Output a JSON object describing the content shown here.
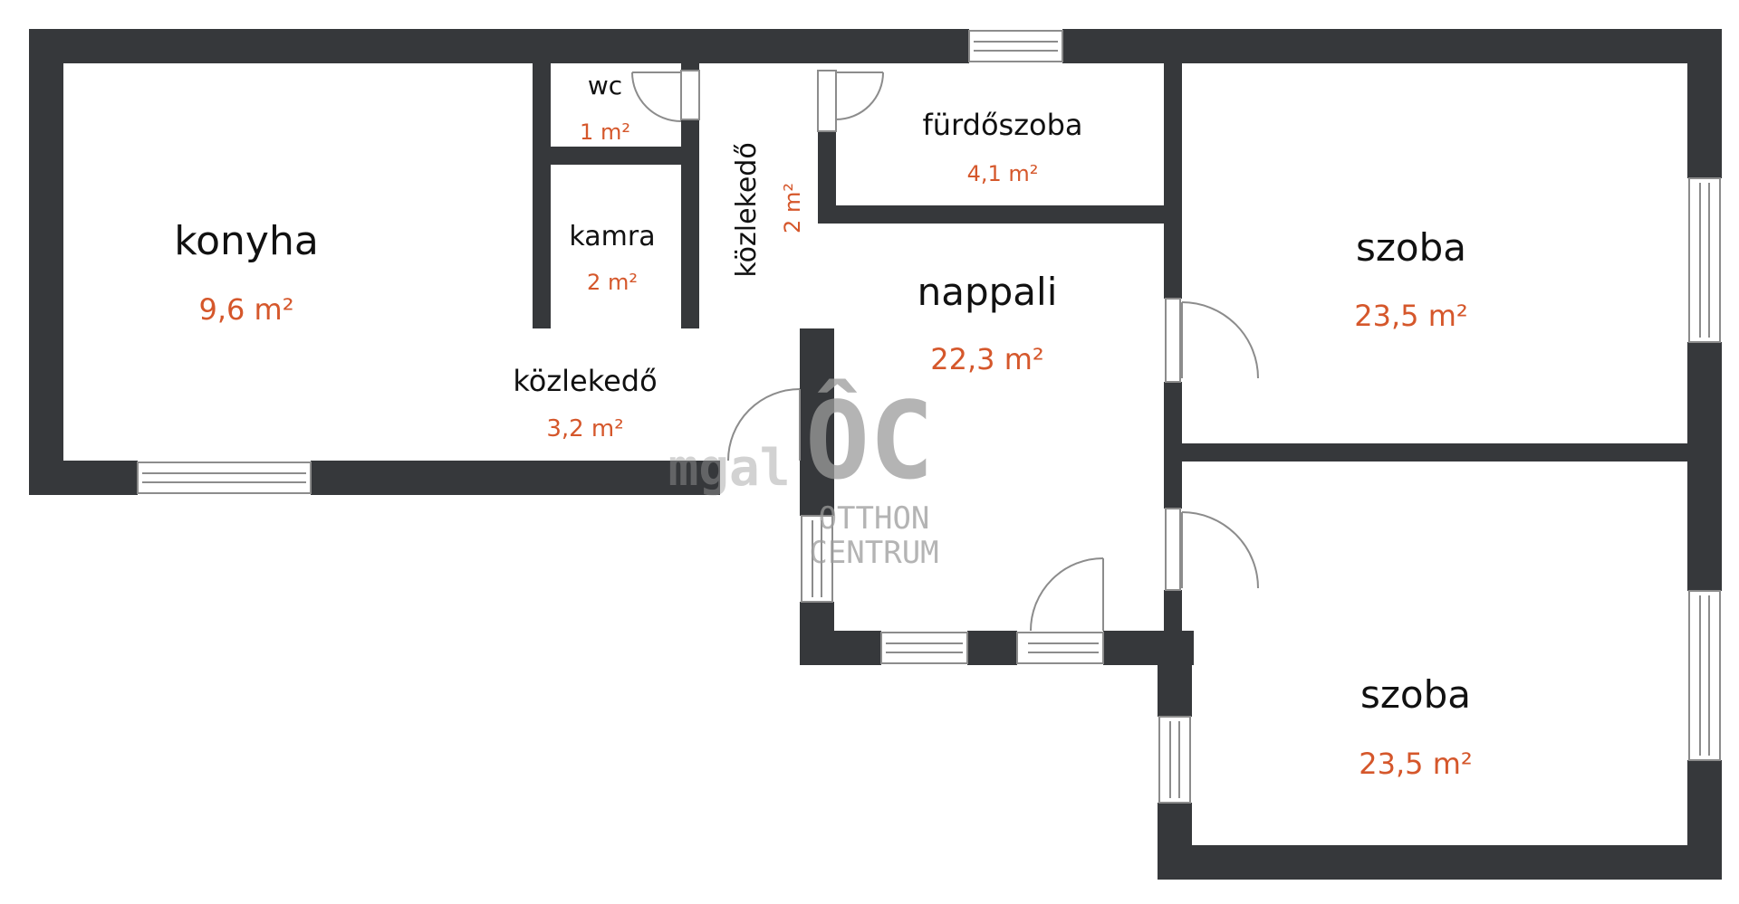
{
  "colors": {
    "wall": "#36383b",
    "window_frame": "#8c8c8c",
    "area_text": "#d5572b",
    "name_text": "#111111",
    "watermark": "#9c9c9c"
  },
  "rooms": {
    "konyha": {
      "name": "konyha",
      "area": "9,6 m²"
    },
    "wc": {
      "name": "wc",
      "area": "1 m²"
    },
    "kamra": {
      "name": "kamra",
      "area": "2 m²"
    },
    "kozlekedo_vertical": {
      "name": "közlekedő",
      "area": "2 m²"
    },
    "furdoszoba": {
      "name": "fürdőszoba",
      "area": "4,1 m²"
    },
    "nappali": {
      "name": "nappali",
      "area": "22,3 m²"
    },
    "kozlekedo": {
      "name": "közlekedő",
      "area": "3,2 m²"
    },
    "szoba_upper": {
      "name": "szoba",
      "area": "23,5 m²"
    },
    "szoba_lower": {
      "name": "szoba",
      "area": "23,5 m²"
    }
  },
  "watermark": {
    "logo": "ÔC",
    "line1": "OTTHON",
    "line2": "CENTRUM",
    "fragment": "mgal"
  }
}
